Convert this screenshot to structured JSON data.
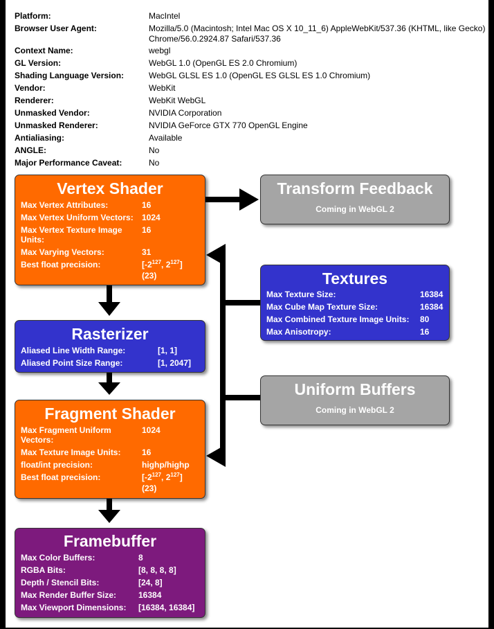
{
  "info": [
    {
      "label": "Platform:",
      "value": "MacIntel"
    },
    {
      "label": "Browser User Agent:",
      "value": "Mozilla/5.0 (Macintosh; Intel Mac OS X 10_11_6) AppleWebKit/537.36 (KHTML, like Gecko) Chrome/56.0.2924.87 Safari/537.36"
    },
    {
      "label": "Context Name:",
      "value": "webgl"
    },
    {
      "label": "GL Version:",
      "value": "WebGL 1.0 (OpenGL ES 2.0 Chromium)"
    },
    {
      "label": "Shading Language Version:",
      "value": "WebGL GLSL ES 1.0 (OpenGL ES GLSL ES 1.0 Chromium)"
    },
    {
      "label": "Vendor:",
      "value": "WebKit"
    },
    {
      "label": "Renderer:",
      "value": "WebKit WebGL"
    },
    {
      "label": "Unmasked Vendor:",
      "value": "NVIDIA Corporation"
    },
    {
      "label": "Unmasked Renderer:",
      "value": "NVIDIA GeForce GTX 770 OpenGL Engine"
    },
    {
      "label": "Antialiasing:",
      "value": "Available"
    },
    {
      "label": "ANGLE:",
      "value": "No"
    },
    {
      "label": "Major Performance Caveat:",
      "value": "No"
    }
  ],
  "vertex": {
    "title": "Vertex Shader",
    "rows": [
      {
        "label": "Max Vertex Attributes:",
        "value": "16"
      },
      {
        "label": "Max Vertex Uniform Vectors:",
        "value": "1024"
      },
      {
        "label": "Max Vertex Texture Image Units:",
        "value": "16"
      },
      {
        "label": "Max Varying Vectors:",
        "value": "31"
      },
      {
        "label": "Best float precision:",
        "value_main": "[-2",
        "exp1": "127",
        "mid": ", 2",
        "exp2": "127",
        "end": "]",
        "value_line2": "(23)"
      }
    ]
  },
  "transform": {
    "title": "Transform Feedback",
    "subtitle": "Coming in WebGL 2"
  },
  "textures": {
    "title": "Textures",
    "rows": [
      {
        "label": "Max Texture Size:",
        "value": "16384"
      },
      {
        "label": "Max Cube Map Texture Size:",
        "value": "16384"
      },
      {
        "label": "Max Combined Texture Image Units:",
        "value": "80"
      },
      {
        "label": "Max Anisotropy:",
        "value": "16"
      }
    ]
  },
  "rasterizer": {
    "title": "Rasterizer",
    "rows": [
      {
        "label": "Aliased Line Width Range:",
        "value": "[1, 1]"
      },
      {
        "label": "Aliased Point Size Range:",
        "value": "[1, 2047]"
      }
    ]
  },
  "uniform": {
    "title": "Uniform Buffers",
    "subtitle": "Coming in WebGL 2"
  },
  "fragment": {
    "title": "Fragment Shader",
    "rows": [
      {
        "label": "Max Fragment Uniform Vectors:",
        "value": "1024"
      },
      {
        "label": "Max Texture Image Units:",
        "value": "16"
      },
      {
        "label": "float/int precision:",
        "value": "highp/highp"
      },
      {
        "label": "Best float precision:",
        "value_main": "[-2",
        "exp1": "127",
        "mid": ", 2",
        "exp2": "127",
        "end": "]",
        "value_line2": "(23)"
      }
    ]
  },
  "framebuffer": {
    "title": "Framebuffer",
    "rows": [
      {
        "label": "Max Color Buffers:",
        "value": "8"
      },
      {
        "label": "RGBA Bits:",
        "value": "[8, 8, 8, 8]"
      },
      {
        "label": "Depth / Stencil Bits:",
        "value": "[24, 8]"
      },
      {
        "label": "Max Render Buffer Size:",
        "value": "16384"
      },
      {
        "label": "Max Viewport Dimensions:",
        "value": "[16384, 16384]"
      }
    ]
  },
  "colors": {
    "orange": "#ff6a00",
    "blue": "#3333cc",
    "gray": "#a5a5a5",
    "purple": "#7d1a7d"
  }
}
